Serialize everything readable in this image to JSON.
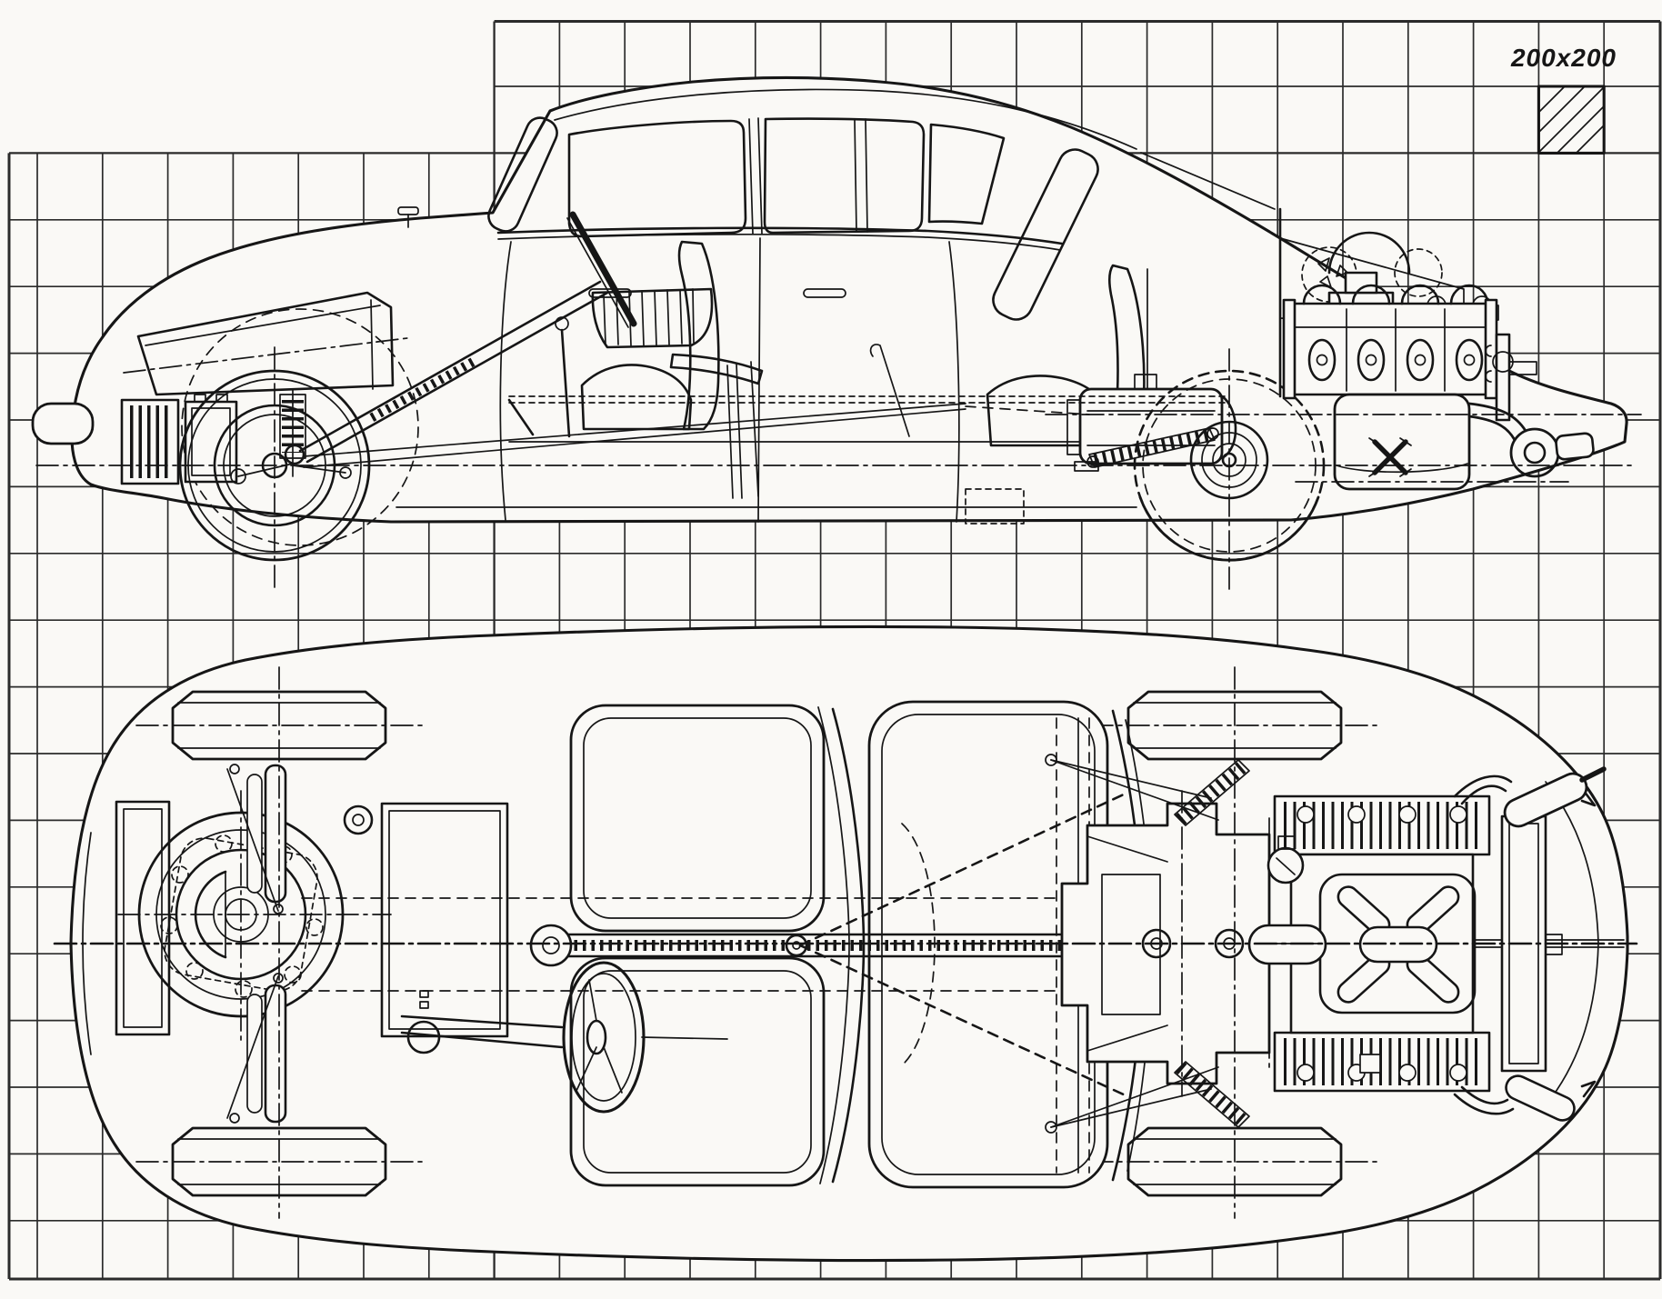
{
  "label": {
    "scale": "200x200"
  },
  "colors": {
    "paper": "#faf9f6",
    "ink": "#161616",
    "grid": "#2b2b2b"
  },
  "grid": {
    "cell_label": "200x200",
    "columns": 25,
    "rows": 19,
    "swatch": "hatched-square"
  },
  "drawing": {
    "subject": "vintage-streamlined-car-blueprint",
    "views": {
      "side": {
        "name": "side-elevation-cutaway",
        "components": [
          "body-outline",
          "front-bumper",
          "windshield",
          "door-windows",
          "quarter-window",
          "roof",
          "doors",
          "door-handles",
          "steering-wheel",
          "steering-column",
          "dashboard-grille",
          "front-seat",
          "rear-seat",
          "gear-lever",
          "pedals",
          "fuel-tank",
          "heater-grille",
          "battery",
          "front-suspension",
          "front-wheel",
          "rear-wheel",
          "brake-linkage",
          "gearbox",
          "rear-leaf-spring",
          "engine",
          "cooling-fan",
          "carburetor",
          "crankcase",
          "clutch",
          "exhaust",
          "centerlines"
        ]
      },
      "plan": {
        "name": "top-plan-chassis",
        "components": [
          "body-outline",
          "front-tires",
          "rear-tires",
          "spare-wheel",
          "storage-boxes",
          "horn",
          "front-suspension-uprights",
          "steering-wheel",
          "steering-column",
          "pedal-cluster",
          "backbone-tube",
          "brake-rods",
          "front-seat",
          "rear-seat",
          "bulkhead",
          "gearbox",
          "swing-axles",
          "trailing-arms",
          "engine",
          "cooling-fan",
          "distributor",
          "generator",
          "oil-cooler",
          "exhaust-mufflers",
          "centerlines"
        ]
      }
    }
  }
}
